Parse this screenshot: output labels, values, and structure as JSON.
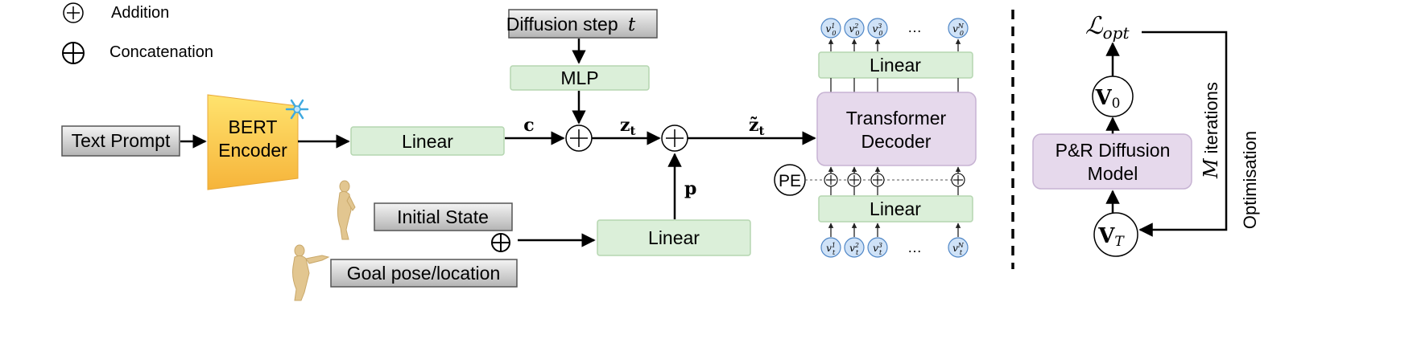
{
  "legend": {
    "items": [
      {
        "symbol": "plus-circle-icon",
        "label": "Addition"
      },
      {
        "symbol": "plus-circle-bold-icon",
        "label": "Concatenation"
      }
    ]
  },
  "inputs": {
    "text_prompt": "Text Prompt",
    "diffusion_step": "Diffusion step",
    "diffusion_step_var": "t",
    "initial_state": "Initial State",
    "goal": "Goal pose/location"
  },
  "blocks": {
    "bert_line1": "BERT",
    "bert_line2": "Encoder",
    "linear_text": "Linear",
    "mlp": "MLP",
    "linear_state": "Linear",
    "linear_top": "Linear",
    "transformer_line1": "Transformer",
    "transformer_line2": "Decoder",
    "linear_bottom": "Linear",
    "pe": "PE",
    "prdm_line1": "P&R Diffusion",
    "prdm_line2": "Model"
  },
  "symbols": {
    "c": "c",
    "z_t": "z",
    "z_t_sub": "t",
    "z_tilde": "z̃",
    "z_tilde_sub": "t",
    "p": "p",
    "ellipsis": "…",
    "v0_base": "v",
    "vt_base": "v",
    "v0_items": [
      {
        "sup": "1",
        "sub": "0"
      },
      {
        "sup": "2",
        "sub": "0"
      },
      {
        "sup": "3",
        "sub": "0"
      },
      {
        "sup": "N",
        "sub": "0"
      }
    ],
    "vt_items": [
      {
        "sup": "1",
        "sub": "t"
      },
      {
        "sup": "2",
        "sub": "t"
      },
      {
        "sup": "3",
        "sub": "t"
      },
      {
        "sup": "N",
        "sub": "t"
      }
    ]
  },
  "optimisation": {
    "loss_main": "ℒ",
    "loss_sub": "opt",
    "v0_main": "V",
    "v0_sub": "0",
    "vT_main": "V",
    "vT_sub": "T",
    "iterations_var": "M",
    "iterations_label": "iterations",
    "side_label": "Optimisation"
  },
  "colors": {
    "green_fill": "#dbefd9",
    "green_stroke": "#b5d6b0",
    "purple_fill": "#e6d9ec",
    "purple_stroke": "#c7b3d3",
    "gray_fill_top": "#f2f2f2",
    "gray_fill_bottom": "#b8b8b8",
    "bert_top": "#fff0a8",
    "bert_bottom": "#f5b93a",
    "token_fill": "#cfe2f7",
    "token_stroke": "#4f86c6",
    "figure_color": "#e2c690"
  }
}
